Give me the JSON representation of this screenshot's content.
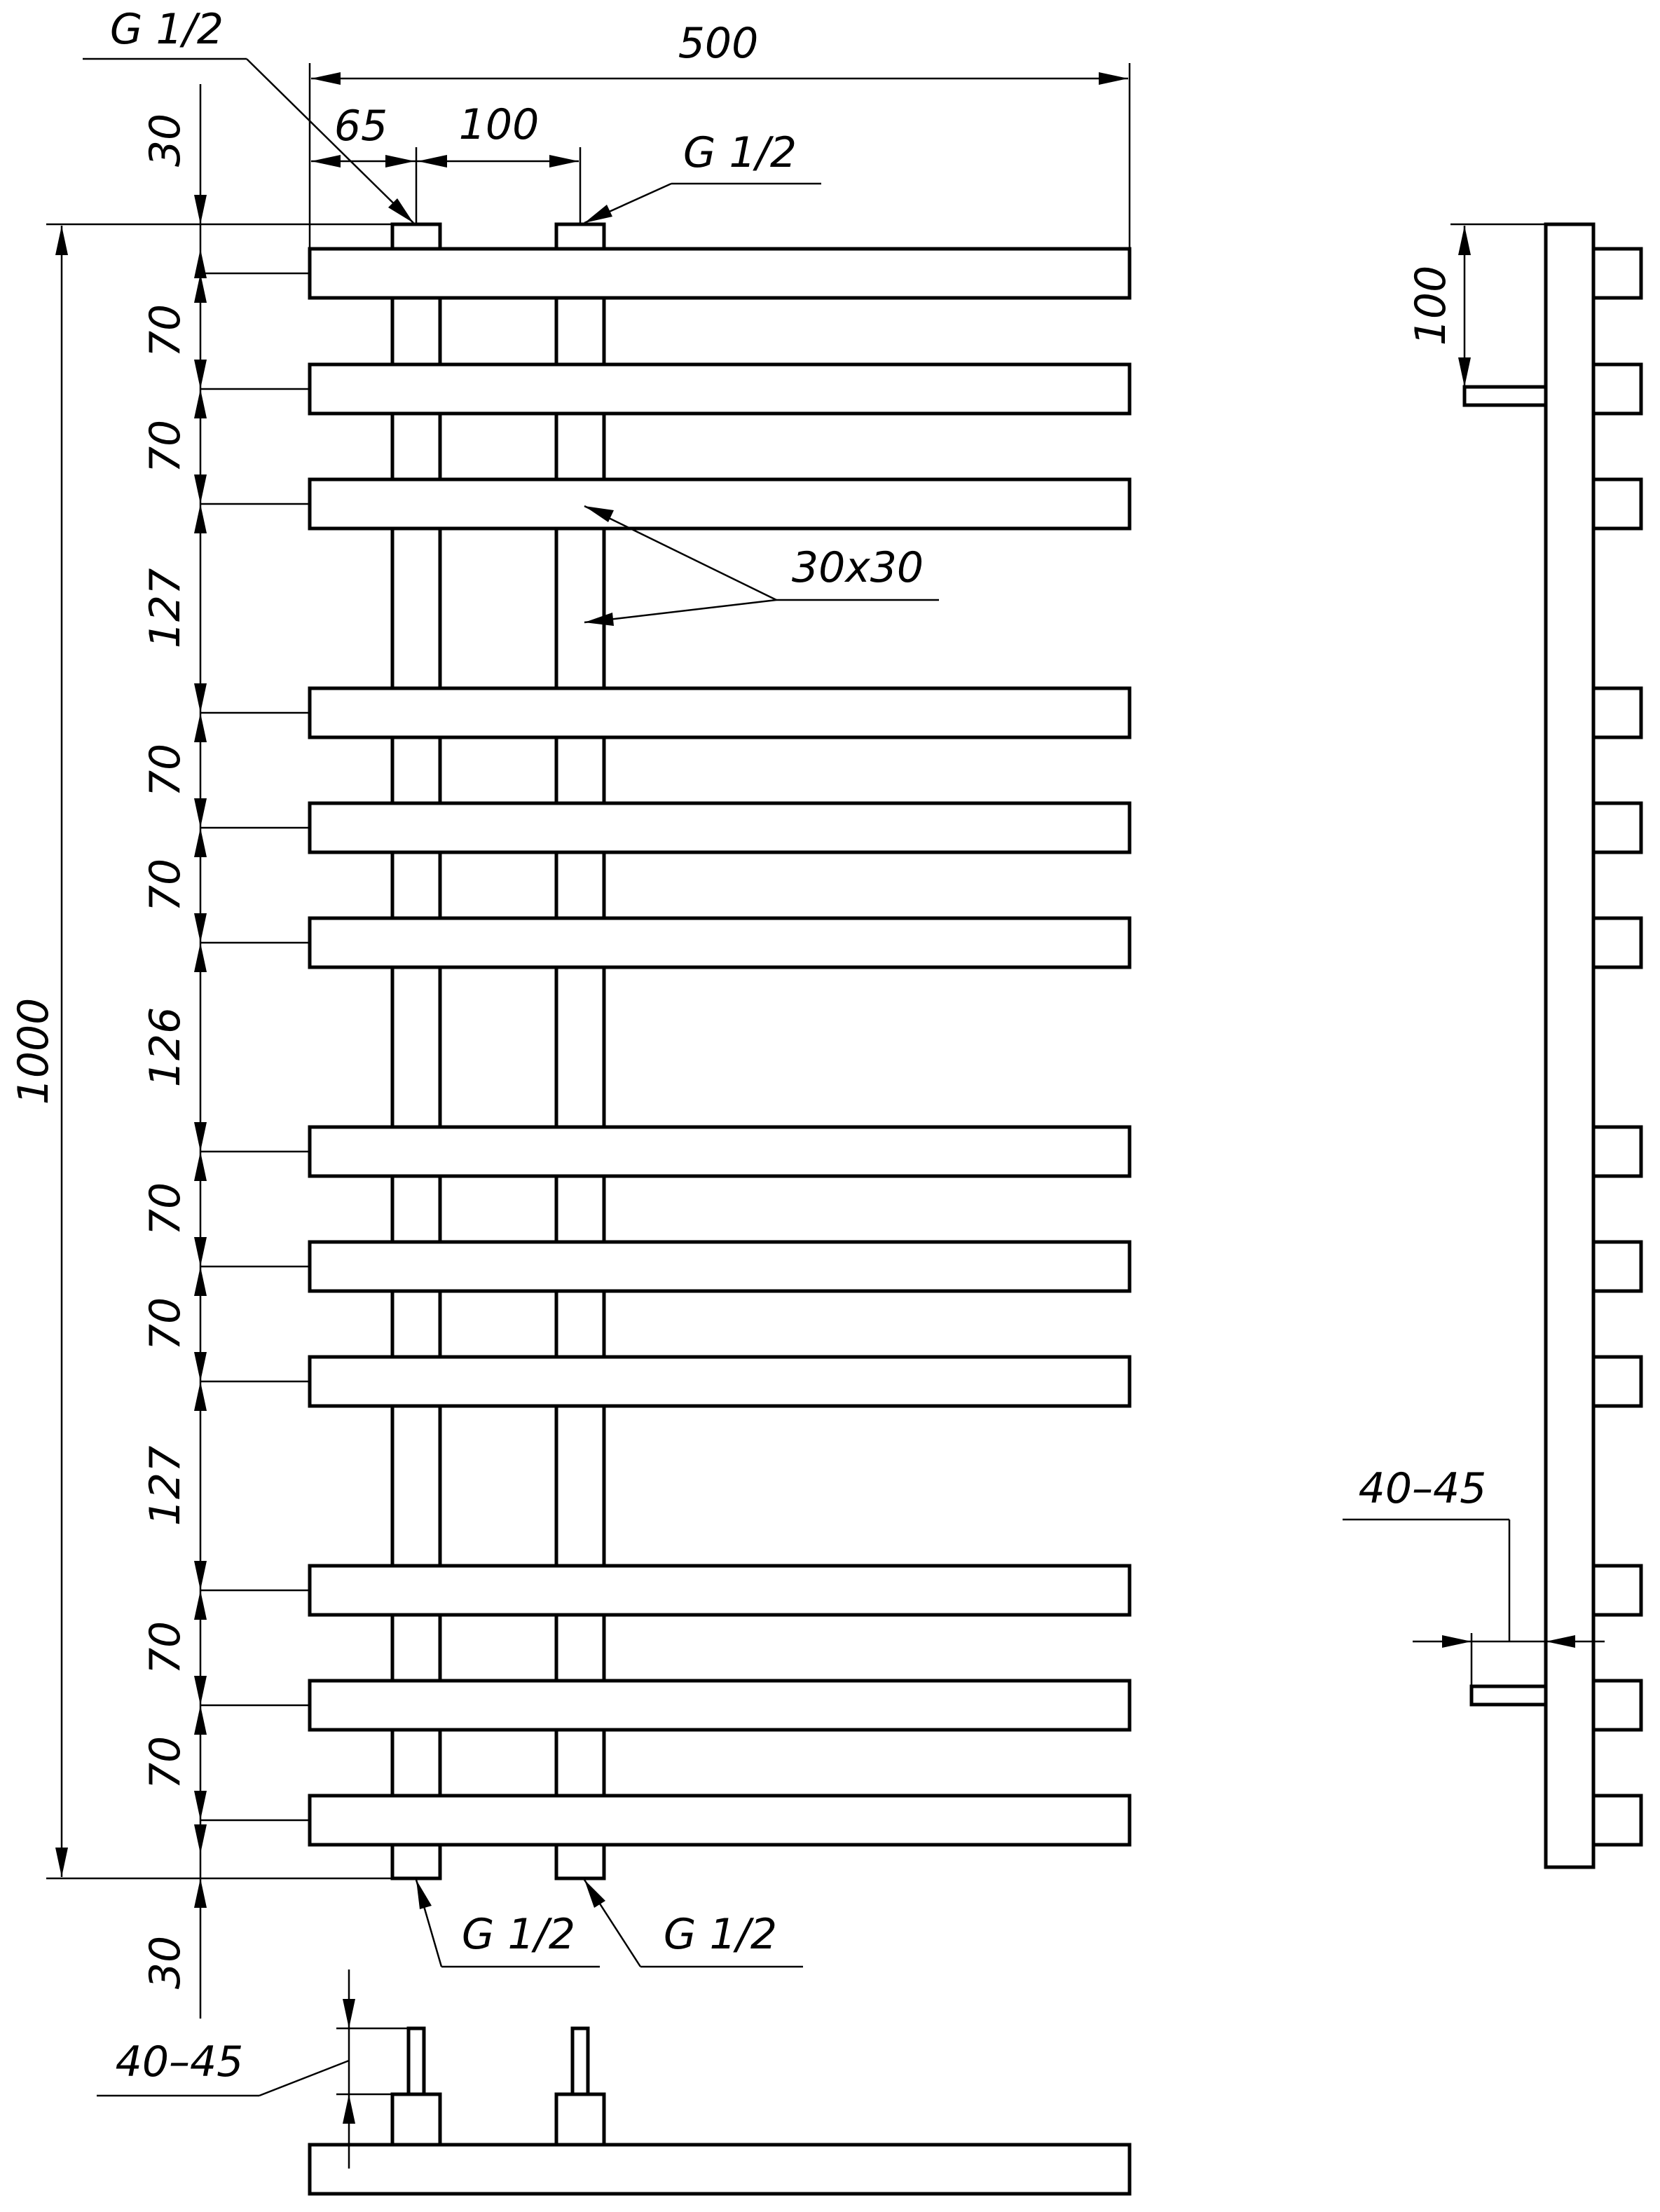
{
  "labels": {
    "overall_width": "500",
    "overall_height": "1000",
    "offset_left": "65",
    "pipe_spacing": "100",
    "top_clearance": "30",
    "bottom_clearance": "30",
    "spacings": [
      "70",
      "70",
      "127",
      "70",
      "70",
      "126",
      "70",
      "70",
      "127",
      "70",
      "70"
    ],
    "thread_top_left": "G 1/2",
    "thread_top_right": "G 1/2",
    "thread_bottom_left": "G 1/2",
    "thread_bottom_right": "G 1/2",
    "profile": "30x30",
    "side_wall_offset": "100",
    "side_bracket_depth": "40–45",
    "bottom_bracket_depth": "40–45"
  }
}
